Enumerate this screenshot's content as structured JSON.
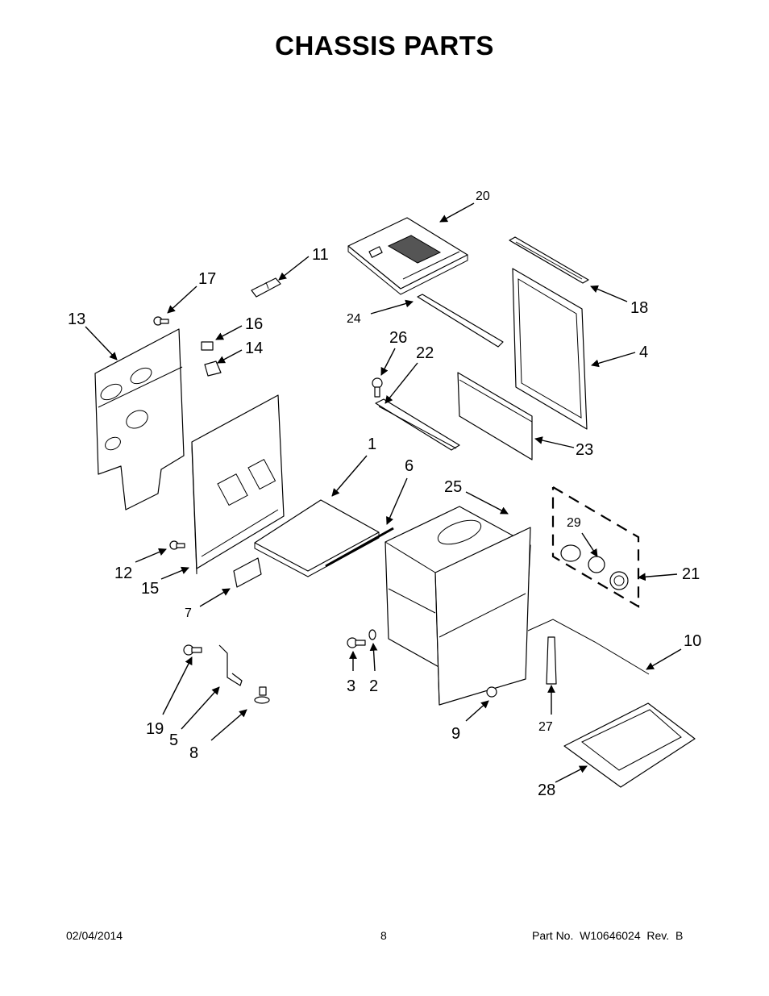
{
  "page": {
    "title": "CHASSIS PARTS",
    "footer_date": "02/04/2014",
    "footer_page": "8",
    "footer_part": "Part No.  W10646024  Rev.  B"
  },
  "callouts": [
    {
      "id": "c1",
      "label": "1"
    },
    {
      "id": "c2",
      "label": "2"
    },
    {
      "id": "c3",
      "label": "3"
    },
    {
      "id": "c4",
      "label": "4"
    },
    {
      "id": "c5",
      "label": "5"
    },
    {
      "id": "c6",
      "label": "6"
    },
    {
      "id": "c7",
      "label": "7"
    },
    {
      "id": "c8",
      "label": "8"
    },
    {
      "id": "c9",
      "label": "9"
    },
    {
      "id": "c10",
      "label": "10"
    },
    {
      "id": "c11",
      "label": "11"
    },
    {
      "id": "c12",
      "label": "12"
    },
    {
      "id": "c13",
      "label": "13"
    },
    {
      "id": "c14",
      "label": "14"
    },
    {
      "id": "c15",
      "label": "15"
    },
    {
      "id": "c16",
      "label": "16"
    },
    {
      "id": "c17",
      "label": "17"
    },
    {
      "id": "c18",
      "label": "18"
    },
    {
      "id": "c19",
      "label": "19"
    },
    {
      "id": "c20",
      "label": "20"
    },
    {
      "id": "c21",
      "label": "21"
    },
    {
      "id": "c22",
      "label": "22"
    },
    {
      "id": "c23",
      "label": "23"
    },
    {
      "id": "c24",
      "label": "24"
    },
    {
      "id": "c25",
      "label": "25"
    },
    {
      "id": "c26",
      "label": "26"
    },
    {
      "id": "c27",
      "label": "27"
    },
    {
      "id": "c28",
      "label": "28"
    },
    {
      "id": "c29",
      "label": "29"
    }
  ]
}
